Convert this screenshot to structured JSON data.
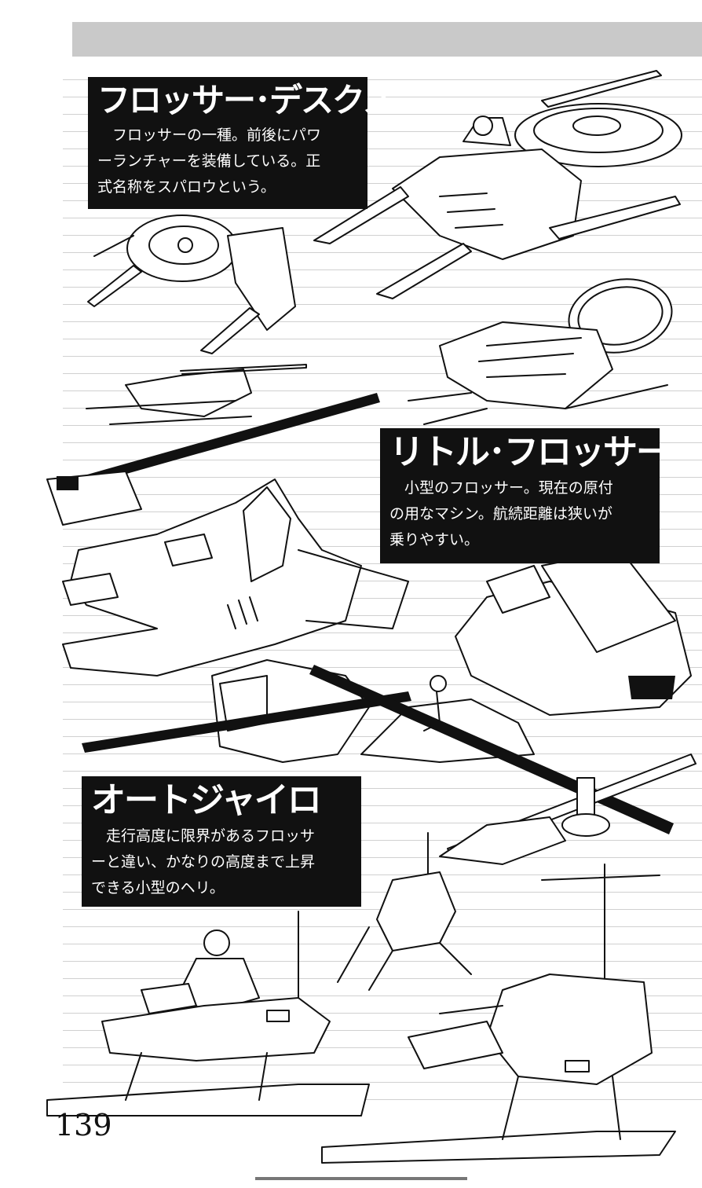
{
  "sections": [
    {
      "title": "フロッサー･デスクス",
      "body": [
        "　フロッサーの一種。前後にパワ",
        "ーランチャーを装備している。正",
        "式名称をスパロウという。"
      ]
    },
    {
      "title": "リトル･フロッサー",
      "body": [
        "　小型のフロッサー。現在の原付",
        "の用なマシン。航続距離は狭いが",
        "乗りやすい。"
      ]
    },
    {
      "title": "オートジャイロ",
      "body": [
        "　走行高度に限界があるフロッサ",
        "ーと違い、かなりの高度まで上昇",
        "できる小型のヘリ。"
      ]
    }
  ],
  "page_number": "139",
  "illustrations": [
    "flosser-desks-rider-illustration",
    "flosser-desks-top-view",
    "flosser-desks-side-view",
    "flosser-desks-rear-view",
    "little-flosser-illustration",
    "little-flosser-rear-view",
    "little-flosser-rider-view",
    "autogyro-flying-illustration",
    "autogyro-rider-illustration",
    "autogyro-parked-illustration"
  ],
  "colors": {
    "ink": "#111111",
    "paper": "#ffffff",
    "rule": "#d0d0d0",
    "band": "#c9c9c9"
  }
}
